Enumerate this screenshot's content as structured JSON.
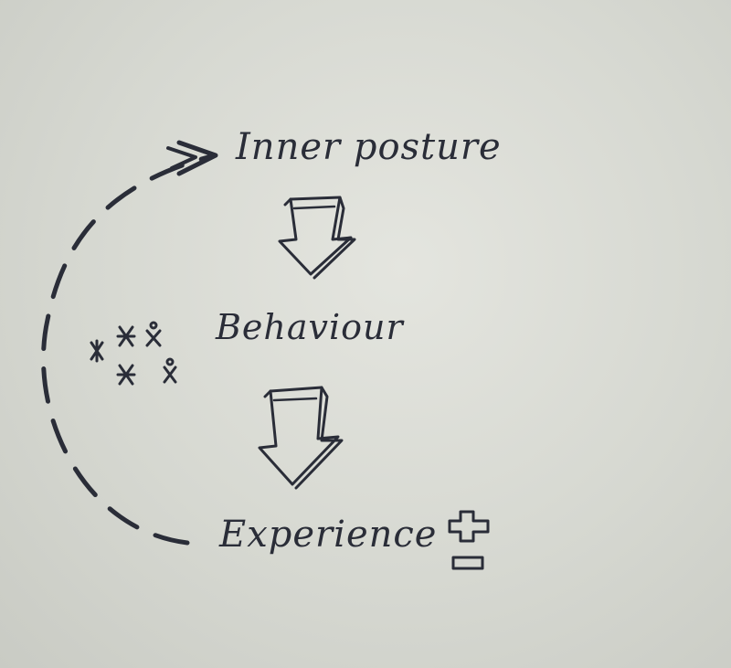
{
  "stages": [
    {
      "id": "inner-posture",
      "label": "Inner posture"
    },
    {
      "id": "behaviour",
      "label": "Behaviour"
    },
    {
      "id": "experience",
      "label": "Experience"
    }
  ],
  "icons": {
    "people": "person-figures-icon",
    "plus": "plus-icon",
    "minus": "minus-icon",
    "down_arrow": "down-arrow-icon",
    "feedback_loop": "dashed-cycle-arrow"
  },
  "colors": {
    "ink": "#2a2d38",
    "paper": "#dcded7"
  }
}
